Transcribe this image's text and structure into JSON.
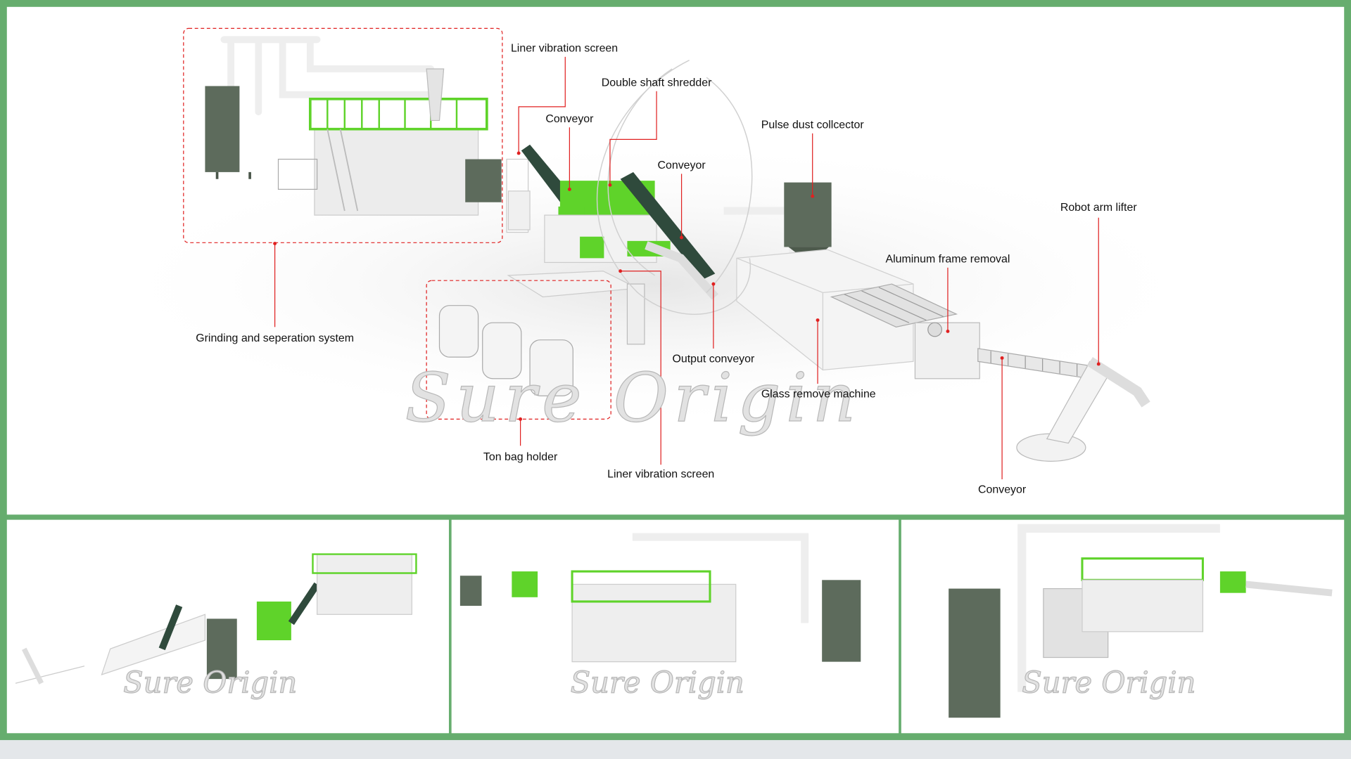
{
  "main_diagram": {
    "labels": {
      "liner_vibration_screen_top": "Liner vibration screen",
      "double_shaft_shredder": "Double shaft shredder",
      "conveyor_1": "Conveyor",
      "pulse_dust_collector": "Pulse dust collcector",
      "conveyor_2": "Conveyor",
      "robot_arm_lifter": "Robot arm lifter",
      "aluminum_frame_removal": "Aluminum frame removal",
      "grinding_separation": "Grinding and seperation system",
      "output_conveyor": "Output conveyor",
      "glass_remove_machine": "Glass remove machine",
      "ton_bag_holder": "Ton bag holder",
      "liner_vibration_screen_bottom": "Liner vibration screen",
      "conveyor_3": "Conveyor"
    },
    "watermark": "Sure Origin"
  },
  "thumbnails": [
    {
      "watermark": "Sure Origin"
    },
    {
      "watermark": "Sure Origin"
    },
    {
      "watermark": "Sure Origin"
    }
  ],
  "colors": {
    "frame": "#66ad6e",
    "leader": "#e02020",
    "machine_green": "#5fd32a",
    "dust_collector": "#5d6b5c"
  }
}
